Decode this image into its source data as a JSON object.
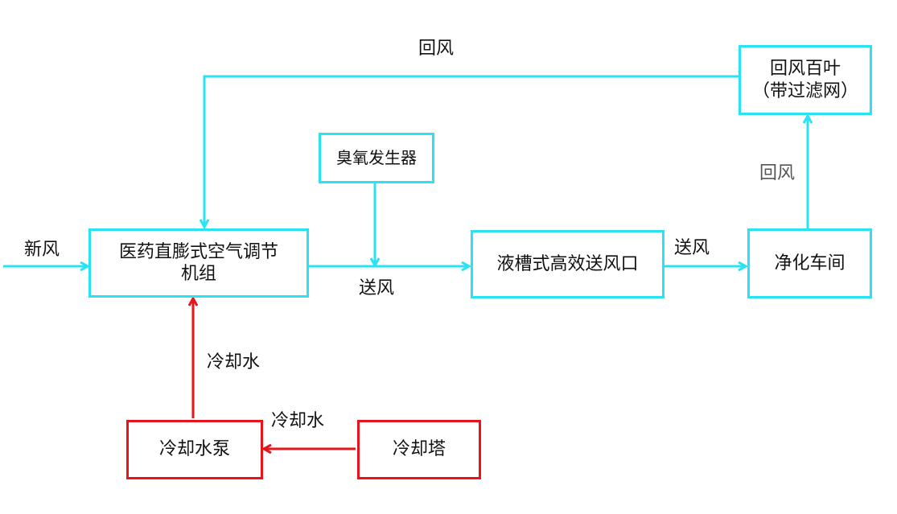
{
  "colors": {
    "air_flow": "#29e3f2",
    "water_flow": "#e8141a",
    "text": "#111111"
  },
  "nodes": {
    "ahu": {
      "line1": "医药直膨式空气调节",
      "line2": "机组"
    },
    "ozone": {
      "label": "臭氧发生器"
    },
    "supply_outlet": {
      "label": "液槽式高效送风口"
    },
    "clean_room": {
      "label": "净化车间"
    },
    "return_louver": {
      "line1": "回风百叶",
      "line2": "（带过滤网）"
    },
    "cooling_pump": {
      "label": "冷却水泵"
    },
    "cooling_tower": {
      "label": "冷却塔"
    }
  },
  "edges": {
    "fresh_air": "新风",
    "supply_air_1": "送风",
    "supply_air_2": "送风",
    "return_air_top": "回风",
    "return_air_side": "回风",
    "cooling_water_up": "冷却水",
    "cooling_water_left": "冷却水"
  }
}
